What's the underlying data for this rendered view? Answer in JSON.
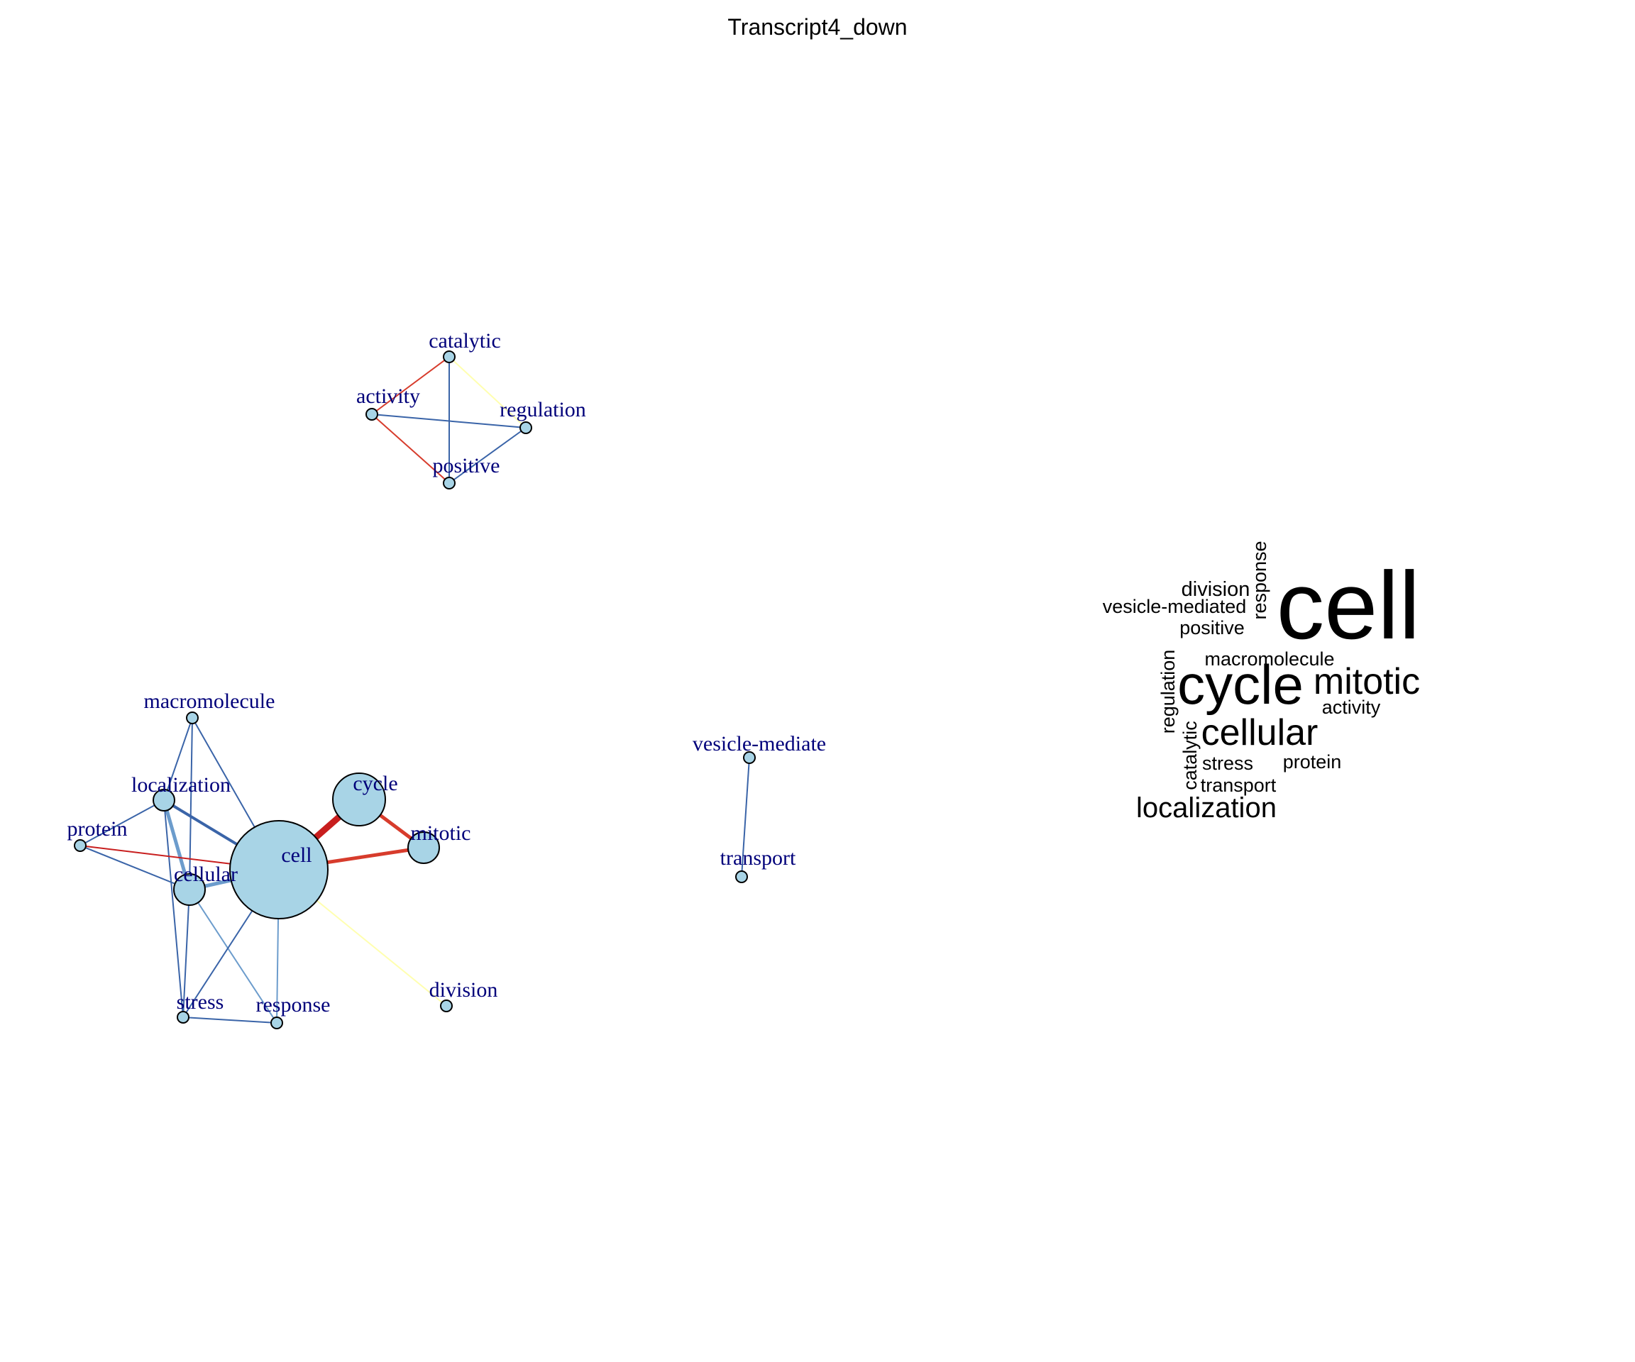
{
  "title": "Transcript4_down",
  "colors": {
    "node_fill": "#a8d4e6",
    "node_stroke": "#000000",
    "label": "#00007a",
    "edge_strong_red": "#c81e1e",
    "edge_red": "#d73c2c",
    "edge_blue": "#3a64a8",
    "edge_light_blue": "#6c9ccc",
    "edge_yellow": "#ffffb0"
  },
  "network": {
    "nodes": [
      {
        "id": "catalytic",
        "label": "catalytic",
        "weight": 1
      },
      {
        "id": "activity",
        "label": "activity",
        "weight": 1
      },
      {
        "id": "regulation",
        "label": "regulation",
        "weight": 1
      },
      {
        "id": "positive",
        "label": "positive",
        "weight": 1
      },
      {
        "id": "macromolecule",
        "label": "macromolecule",
        "weight": 1
      },
      {
        "id": "localization",
        "label": "localization",
        "weight": 2
      },
      {
        "id": "protein",
        "label": "protein",
        "weight": 1
      },
      {
        "id": "cellular",
        "label": "cellular",
        "weight": 3
      },
      {
        "id": "cell",
        "label": "cell",
        "weight": 10
      },
      {
        "id": "cycle",
        "label": "cycle",
        "weight": 5
      },
      {
        "id": "mitotic",
        "label": "mitotic",
        "weight": 3
      },
      {
        "id": "stress",
        "label": "stress",
        "weight": 1
      },
      {
        "id": "response",
        "label": "response",
        "weight": 1
      },
      {
        "id": "division",
        "label": "division",
        "weight": 1
      },
      {
        "id": "vesicle-mediated",
        "label": "vesicle-mediate",
        "weight": 1
      },
      {
        "id": "transport",
        "label": "transport",
        "weight": 1
      }
    ],
    "edges": [
      {
        "from": "catalytic",
        "to": "activity",
        "color": "edge_red",
        "width": 2
      },
      {
        "from": "catalytic",
        "to": "positive",
        "color": "edge_blue",
        "width": 2
      },
      {
        "from": "catalytic",
        "to": "regulation",
        "color": "edge_yellow",
        "width": 2
      },
      {
        "from": "activity",
        "to": "regulation",
        "color": "edge_blue",
        "width": 2
      },
      {
        "from": "activity",
        "to": "positive",
        "color": "edge_red",
        "width": 2
      },
      {
        "from": "regulation",
        "to": "positive",
        "color": "edge_blue",
        "width": 2
      },
      {
        "from": "macromolecule",
        "to": "localization",
        "color": "edge_blue",
        "width": 2
      },
      {
        "from": "macromolecule",
        "to": "cellular",
        "color": "edge_blue",
        "width": 2
      },
      {
        "from": "macromolecule",
        "to": "cell",
        "color": "edge_blue",
        "width": 2
      },
      {
        "from": "localization",
        "to": "protein",
        "color": "edge_blue",
        "width": 2
      },
      {
        "from": "localization",
        "to": "cellular",
        "color": "edge_light_blue",
        "width": 5
      },
      {
        "from": "localization",
        "to": "cell",
        "color": "edge_blue",
        "width": 4
      },
      {
        "from": "localization",
        "to": "stress",
        "color": "edge_blue",
        "width": 2
      },
      {
        "from": "protein",
        "to": "cellular",
        "color": "edge_blue",
        "width": 2
      },
      {
        "from": "protein",
        "to": "cell",
        "color": "edge_strong_red",
        "width": 2
      },
      {
        "from": "cellular",
        "to": "cell",
        "color": "edge_light_blue",
        "width": 5
      },
      {
        "from": "cellular",
        "to": "stress",
        "color": "edge_blue",
        "width": 2
      },
      {
        "from": "cellular",
        "to": "response",
        "color": "edge_light_blue",
        "width": 2
      },
      {
        "from": "cell",
        "to": "cycle",
        "color": "edge_strong_red",
        "width": 9
      },
      {
        "from": "cell",
        "to": "mitotic",
        "color": "edge_red",
        "width": 5
      },
      {
        "from": "cycle",
        "to": "mitotic",
        "color": "edge_red",
        "width": 5
      },
      {
        "from": "cell",
        "to": "stress",
        "color": "edge_blue",
        "width": 2
      },
      {
        "from": "cell",
        "to": "response",
        "color": "edge_light_blue",
        "width": 2
      },
      {
        "from": "cell",
        "to": "division",
        "color": "edge_yellow",
        "width": 2
      },
      {
        "from": "stress",
        "to": "response",
        "color": "edge_blue",
        "width": 2
      },
      {
        "from": "vesicle-mediated",
        "to": "transport",
        "color": "edge_blue",
        "width": 2
      }
    ]
  },
  "word_cloud": {
    "words": [
      {
        "text": "cell",
        "weight": 10
      },
      {
        "text": "cycle",
        "weight": 6
      },
      {
        "text": "mitotic",
        "weight": 4
      },
      {
        "text": "cellular",
        "weight": 4
      },
      {
        "text": "localization",
        "weight": 3
      },
      {
        "text": "division",
        "weight": 2
      },
      {
        "text": "vesicle-mediated",
        "weight": 2
      },
      {
        "text": "positive",
        "weight": 2
      },
      {
        "text": "response",
        "weight": 2
      },
      {
        "text": "macromolecule",
        "weight": 2
      },
      {
        "text": "regulation",
        "weight": 2
      },
      {
        "text": "activity",
        "weight": 2
      },
      {
        "text": "catalytic",
        "weight": 2
      },
      {
        "text": "stress",
        "weight": 2
      },
      {
        "text": "protein",
        "weight": 2
      },
      {
        "text": "transport",
        "weight": 2
      }
    ]
  }
}
